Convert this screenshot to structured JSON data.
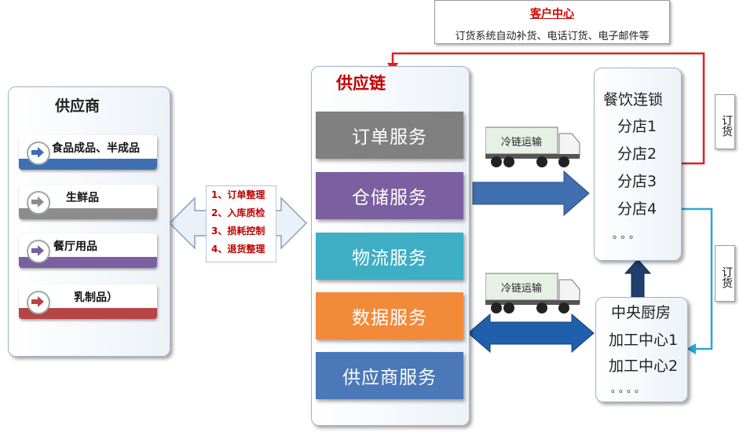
{
  "customer_center": {
    "title": "客户中心",
    "desc": "订货系统自动补货、电话订货、电子邮件等"
  },
  "supplier": {
    "title": "供应商",
    "items": [
      {
        "label": "食品成品、半成品",
        "color": "#3f6fb0"
      },
      {
        "label": "生鲜品",
        "color": "#8c8c8c"
      },
      {
        "label": "餐厅用品",
        "color": "#7b5fa0"
      },
      {
        "label": "乳制品）",
        "color": "#b84545"
      }
    ]
  },
  "steps": [
    "1、订单整理",
    "2、入库质检",
    "3、损耗控制",
    "4、退货整理"
  ],
  "supply_chain": {
    "title": "供应链",
    "services": [
      {
        "label": "订单服务",
        "color": "#808080"
      },
      {
        "label": "仓储服务",
        "color": "#7b5fa0"
      },
      {
        "label": "物流服务",
        "color": "#3eaec4"
      },
      {
        "label": "数据服务",
        "color": "#f28a3a"
      },
      {
        "label": "供应商服务",
        "color": "#4a78b8"
      }
    ]
  },
  "trucks": [
    "冷链运输",
    "冷链运输"
  ],
  "chain_stores": {
    "title": "餐饮连锁",
    "items": [
      "分店1",
      "分店2",
      "分店3",
      "分店4"
    ],
    "more": "。。。"
  },
  "kitchen": {
    "title": "中央厨房",
    "items": [
      "加工中心1",
      "加工中心2"
    ],
    "more": "。。。。"
  },
  "order_labels": [
    "订货",
    "订货"
  ],
  "colors": {
    "red_line": "#e02020",
    "blue_line": "#29a8d8",
    "dark_blue": "#1f3f6e"
  }
}
